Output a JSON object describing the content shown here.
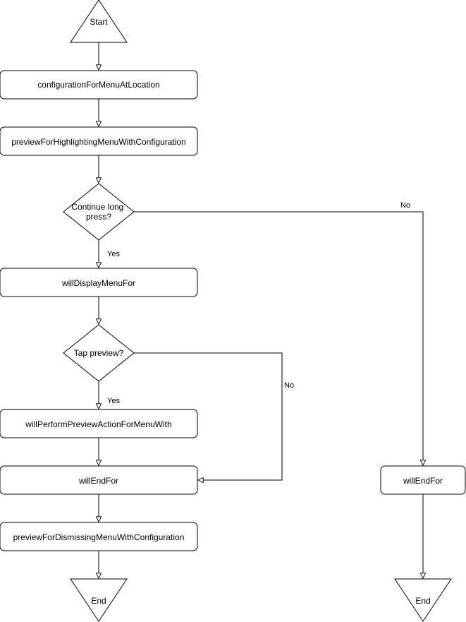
{
  "diagram": {
    "nodes": {
      "start": "Start",
      "config_menu": "configurationForMenuAtLocation",
      "preview_highlight": "previewForHighlightingMenuWithConfiguration",
      "decision_long_press": [
        "Continue long",
        "press?"
      ],
      "will_display": "willDisplayMenuFor",
      "decision_tap": "Tap preview?",
      "will_perform": "willPerformPreviewActionForMenuWith",
      "will_end_left": "willEndFor",
      "will_end_right": "willEndFor",
      "preview_dismiss": "previewForDismissingMenuWithConfiguration",
      "end_left": "End",
      "end_right": "End"
    },
    "edges": {
      "long_press_yes": "Yes",
      "long_press_no": "No",
      "tap_yes": "Yes",
      "tap_no": "No"
    }
  }
}
